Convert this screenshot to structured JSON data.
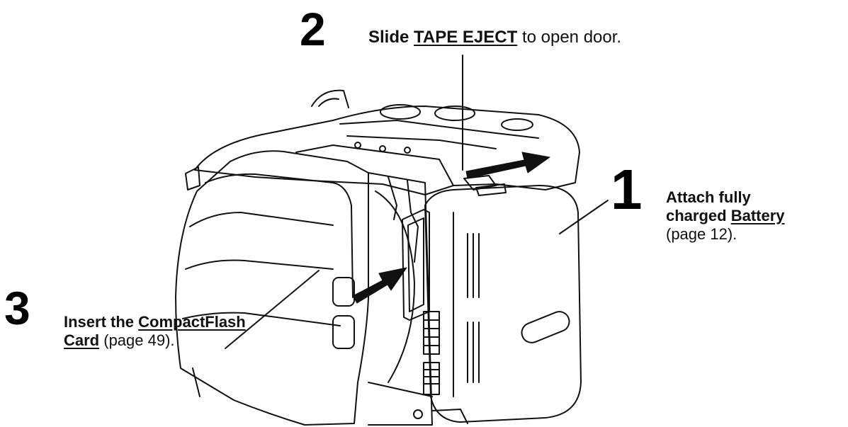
{
  "step2": {
    "number": "2",
    "pre": "Slide ",
    "term": "TAPE EJECT",
    "post": " to open door."
  },
  "step1": {
    "number": "1",
    "line1": "Attach fully",
    "line2_pre": "charged ",
    "line2_term": "Battery",
    "line3": "(page 12)."
  },
  "step3": {
    "number": "3",
    "line1_pre": "Insert the ",
    "line1_term": "CompactFlash",
    "line2_term": "Card",
    "line2_post": " (page 49)."
  }
}
